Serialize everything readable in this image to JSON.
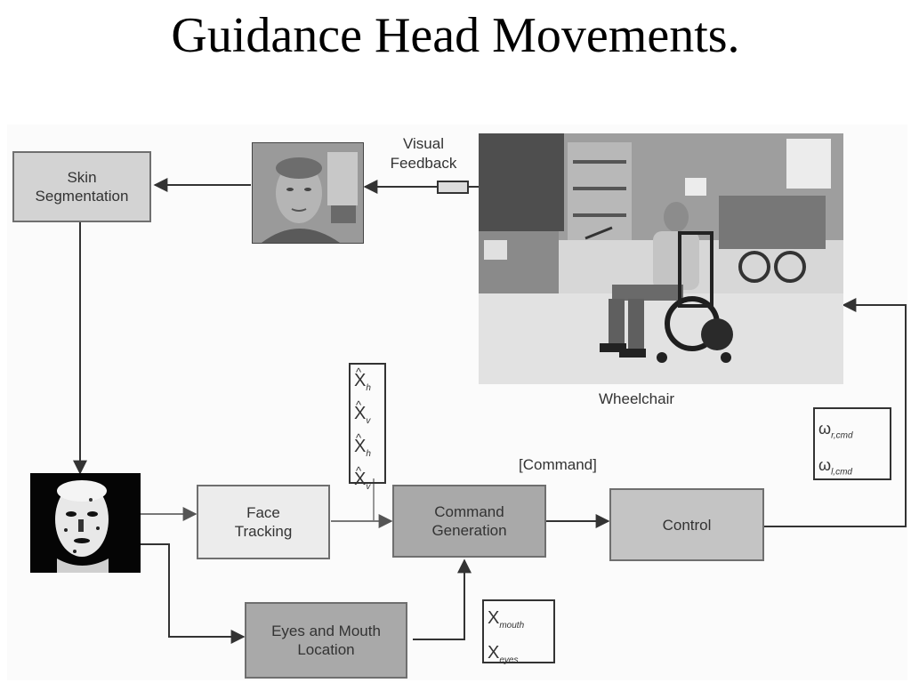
{
  "slide": {
    "title": "Guidance Head Movements."
  },
  "diagram": {
    "nodes": {
      "skin_segmentation": "Skin\nSegmentation",
      "face_tracking": "Face\nTracking",
      "command_generation": "Command\nGeneration",
      "control": "Control",
      "eyes_mouth_location": "Eyes and Mouth\nLocation"
    },
    "labels": {
      "visual_feedback": "Visual\nFeedback",
      "wheelchair": "Wheelchair",
      "command": "[Command]"
    },
    "state_vector": [
      {
        "symbol": "X",
        "subscript": "h"
      },
      {
        "symbol": "X",
        "subscript": "v"
      },
      {
        "symbol": "X",
        "subscript": "h"
      },
      {
        "symbol": "X",
        "subscript": "v"
      }
    ],
    "omega_vector": [
      {
        "symbol": "ω",
        "subscript": "r,cmd"
      },
      {
        "symbol": "ω",
        "subscript": "l,cmd"
      }
    ],
    "feature_vector": [
      {
        "symbol": "X",
        "subscript": "mouth"
      },
      {
        "symbol": "X",
        "subscript": "eyes"
      }
    ],
    "colors": {
      "light_box": "#d3d3d3",
      "lighter_box": "#ececec",
      "dark_box": "#a9a9a9",
      "mid_box": "#c4c4c4",
      "line": "#333333"
    }
  }
}
